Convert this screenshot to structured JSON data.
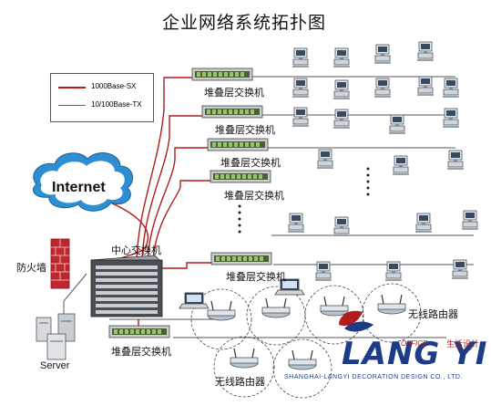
{
  "title": "企业网络系统拓扑图",
  "legend": {
    "fiber": "1000Base-SX",
    "copper": "10/100Base-TX"
  },
  "internet": "Internet",
  "firewall": "防火墙",
  "core_switch": "中心交换机",
  "stack_switches": [
    "堆叠层交换机",
    "堆叠层交换机",
    "堆叠层交换机",
    "堆叠层交换机",
    "堆叠层交换机",
    "堆叠层交换机"
  ],
  "wireless_router_labels": [
    "无线路由器",
    "无线路由器"
  ],
  "server": "Server",
  "brand": {
    "name": "LANG YI",
    "office": "OFFICE",
    "cn": "生活设计",
    "sub": "SHANGHAI-LANGYI DECORATION DESIGN CO., LTD.",
    "reg": "®"
  },
  "colors": {
    "fiber": "#b31b1b",
    "copper": "#555555",
    "brand": "#1d3b86",
    "accent": "#b21c1c"
  }
}
